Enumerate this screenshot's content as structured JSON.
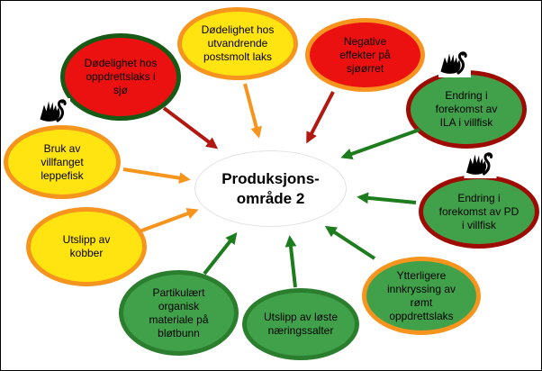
{
  "center": {
    "name": "produksjonsomrade-2",
    "lines": [
      "Produksjons-",
      "område 2"
    ]
  },
  "nodes": [
    {
      "name": "dodelighet-oppdrettslaks-sjo",
      "lines": [
        "Dødelighet hos",
        "oppdrettslaks i",
        "sjø"
      ],
      "fill": "#EB1111",
      "border": "#165A16",
      "arrow": "#B01810",
      "swan_icon": false
    },
    {
      "name": "dodelighet-postsmolt",
      "lines": [
        "Dødelighet hos",
        "utvandrende",
        "postsmolt laks"
      ],
      "fill": "#FFE412",
      "border": "#F7941D",
      "arrow": "#F7941D",
      "swan_icon": false
    },
    {
      "name": "negative-effekter-sjoorret",
      "lines": [
        "Negative",
        "effekter på",
        "sjøørret"
      ],
      "fill": "#EB1111",
      "border": "#F7941D",
      "arrow": "#B01810",
      "swan_icon": false
    },
    {
      "name": "endring-forekomst-ila",
      "lines": [
        "Endring i",
        "forekomst av",
        "ILA i villfisk"
      ],
      "fill": "#41A14B",
      "border": "#9E0B03",
      "arrow": "#1D7C1D",
      "swan_icon": true
    },
    {
      "name": "endring-forekomst-pd",
      "lines": [
        "Endring i",
        "forekomst av PD",
        "i villfisk"
      ],
      "fill": "#41A14B",
      "border": "#9E0B03",
      "arrow": "#1D7C1D",
      "swan_icon": true
    },
    {
      "name": "ytterligere-innkryssing-romt",
      "lines": [
        "Ytterligere",
        "innkryssing av",
        "rømt",
        "oppdrettslaks"
      ],
      "fill": "#41A14B",
      "border": "#F7941D",
      "arrow": "#1D7C1D",
      "swan_icon": false
    },
    {
      "name": "utslipp-loste-naringssalter",
      "lines": [
        "Utslipp av løste",
        "næringssalter"
      ],
      "fill": "#41A14B",
      "border": "#2B7E2E",
      "arrow": "#1D7C1D",
      "swan_icon": false
    },
    {
      "name": "partikulaert-organisk-materiale",
      "lines": [
        "Partikulært",
        "organisk",
        "materiale på",
        "bløtbunn"
      ],
      "fill": "#41A14B",
      "border": "#2B7E2E",
      "arrow": "#1D7C1D",
      "swan_icon": false
    },
    {
      "name": "utslipp-kobber",
      "lines": [
        "Utslipp av",
        "kobber"
      ],
      "fill": "#FFE412",
      "border": "#F7941D",
      "arrow": "#F7941D",
      "swan_icon": false
    },
    {
      "name": "bruk-villfanget-leppefisk",
      "lines": [
        "Bruk av",
        "villfanget",
        "leppefisk"
      ],
      "fill": "#FFE412",
      "border": "#F7941D",
      "arrow": "#F7941D",
      "swan_icon": true
    }
  ],
  "colors": {
    "background": "#FFFFFF",
    "frame_border": "#000000",
    "text": "#000000",
    "center_fill": "#FFFFFF",
    "risk_red_fill": "#EB1111",
    "risk_yellow_fill": "#FFE412",
    "risk_green_fill": "#41A14B",
    "border_dark_green": "#165A16",
    "border_orange": "#F7941D",
    "border_dark_red": "#9E0B03",
    "border_green": "#2B7E2E",
    "arrow_red": "#B01810",
    "arrow_orange": "#F7941D",
    "arrow_green": "#1D7C1D",
    "swan_icon_bg": "#FFFFFF",
    "swan_icon_fg": "#000000"
  }
}
